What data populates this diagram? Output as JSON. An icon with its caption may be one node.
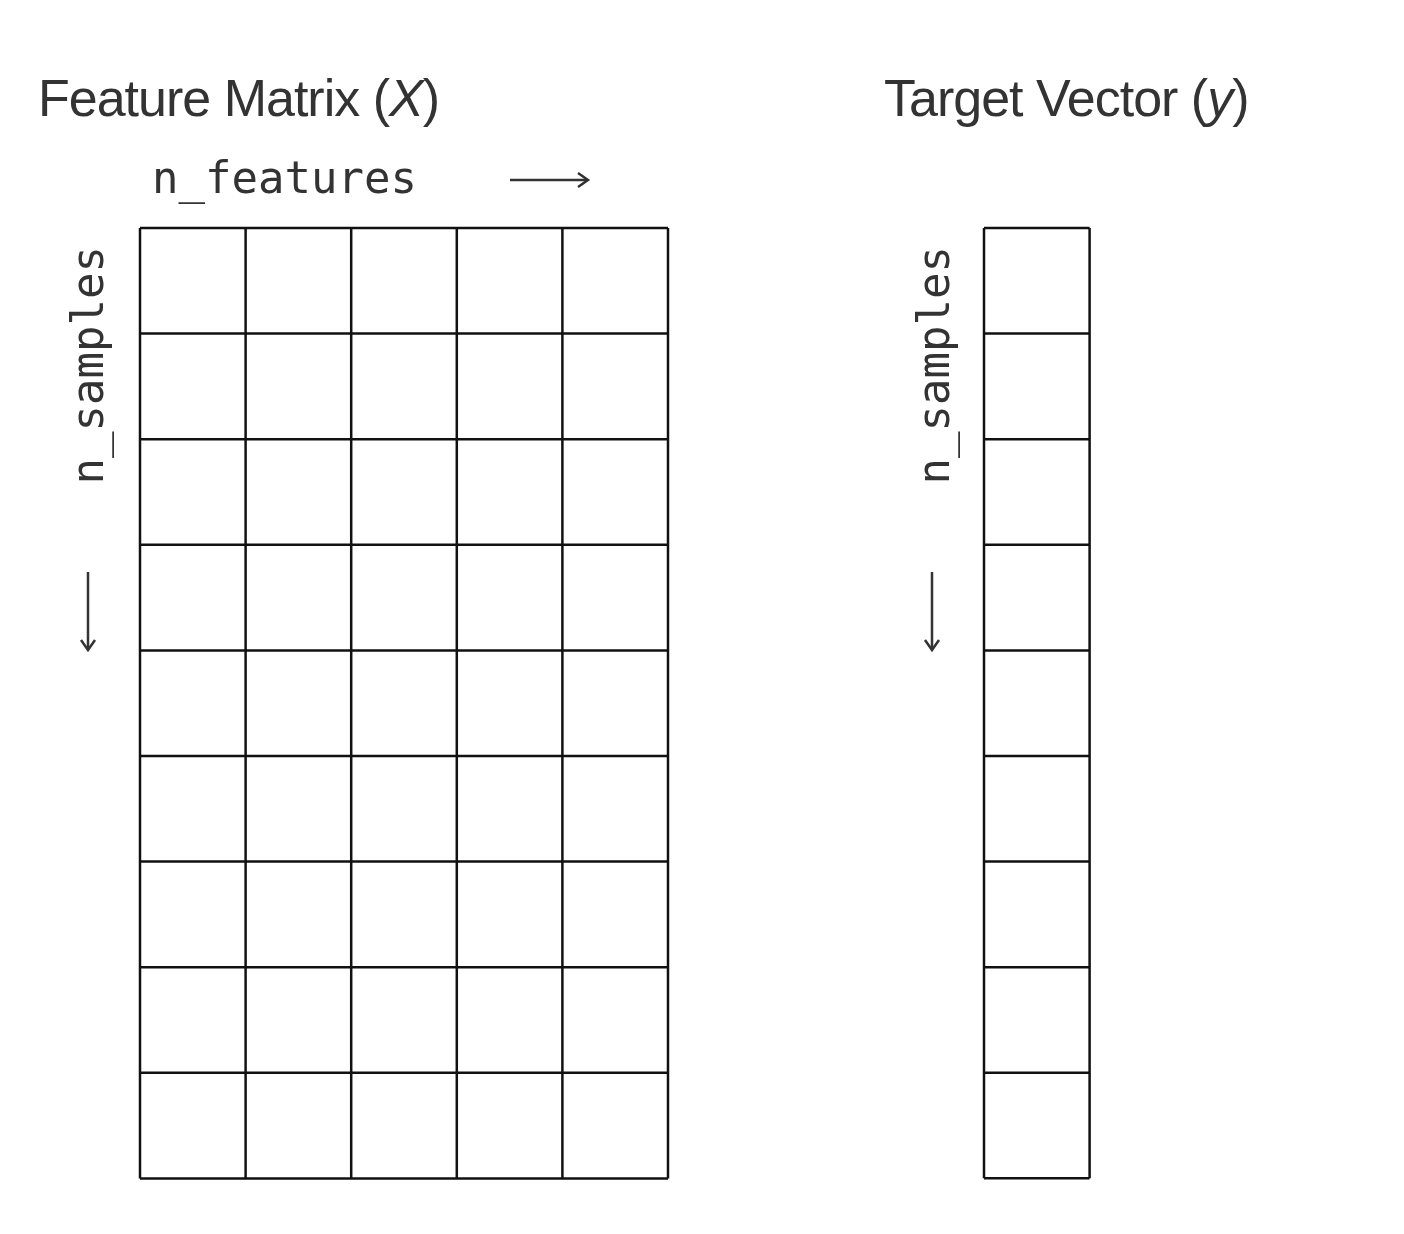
{
  "diagram": {
    "nodes": [
      {
        "text": [
          "Feature Matrix (*X*)"
        ]
      },
      {
        "text": [
          "Target Vector (*y*)"
        ]
      }
    ],
    "labels": [
      "n_features",
      "n_samples",
      "n_samples"
    ]
  }
}
